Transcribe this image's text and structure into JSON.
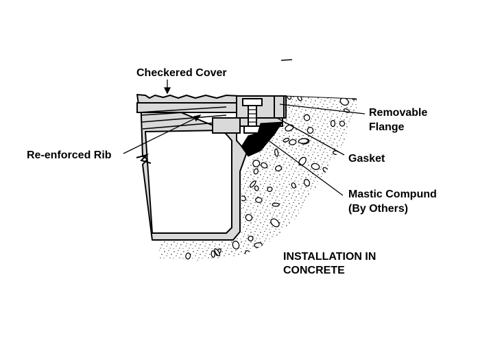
{
  "labels": {
    "checkered_cover": "Checkered Cover",
    "removable_flange_line1": "Removable",
    "removable_flange_line2": "Flange",
    "reenforced_rib": "Re-enforced Rib",
    "gasket": "Gasket",
    "mastic_line1": "Mastic Compund",
    "mastic_line2": "(By Others)",
    "installation_line1": "INSTALLATION IN",
    "installation_line2": "CONCRETE"
  },
  "colors": {
    "line": "#000000",
    "part_fill": "#d9d9d9",
    "gasket_fill": "#000000",
    "background": "#ffffff"
  }
}
